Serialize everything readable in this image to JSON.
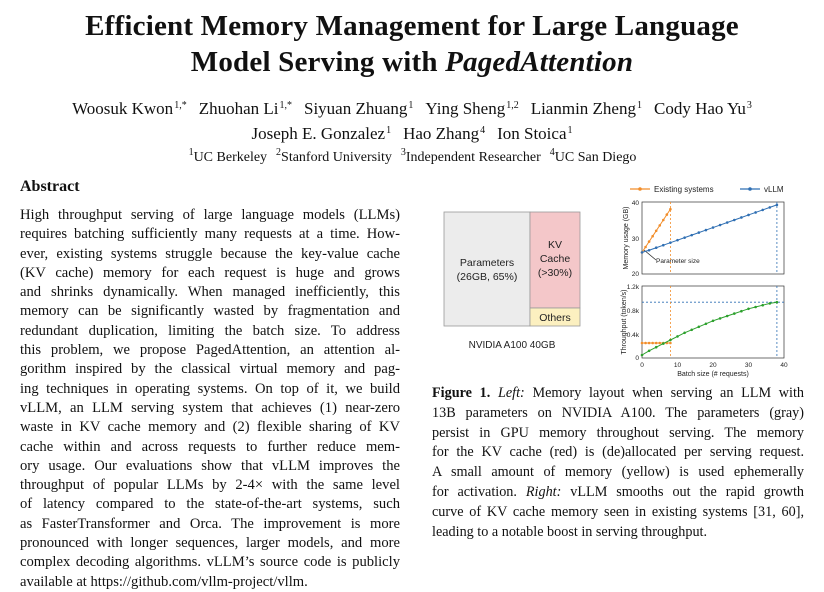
{
  "paper": {
    "title_line1": "Efficient Memory Management for Large Language",
    "title_line2a": "Model Serving with ",
    "title_line2b": "PagedAttention",
    "authors_row1": [
      {
        "name": "Woosuk Kwon",
        "sup": "1,*"
      },
      {
        "name": "Zhuohan Li",
        "sup": "1,*"
      },
      {
        "name": "Siyuan Zhuang",
        "sup": "1"
      },
      {
        "name": "Ying Sheng",
        "sup": "1,2"
      },
      {
        "name": "Lianmin Zheng",
        "sup": "1"
      },
      {
        "name": "Cody Hao Yu",
        "sup": "3"
      }
    ],
    "authors_row2": [
      {
        "name": "Joseph E. Gonzalez",
        "sup": "1"
      },
      {
        "name": "Hao Zhang",
        "sup": "4"
      },
      {
        "name": "Ion Stoica",
        "sup": "1"
      }
    ],
    "affiliations": [
      {
        "sup": "1",
        "name": "UC Berkeley"
      },
      {
        "sup": "2",
        "name": "Stanford University"
      },
      {
        "sup": "3",
        "name": "Independent Researcher"
      },
      {
        "sup": "4",
        "name": "UC San Diego"
      }
    ],
    "abstract_heading": "Abstract",
    "abstract_lines": [
      "High throughput serving of large language models (LLMs)",
      "requires batching sufficiently many requests at a time. How-",
      "ever, existing systems struggle because the key-value cache",
      "(KV cache) memory for each request is huge and grows",
      "and shrinks dynamically. When managed inefficiently, this",
      "memory can be significantly wasted by fragmentation and",
      "redundant duplication, limiting the batch size. To address",
      "this problem, we propose PagedAttention, an attention al-",
      "gorithm inspired by the classical virtual memory and pag-",
      "ing techniques in operating systems. On top of it, we build",
      "vLLM, an LLM serving system that achieves (1) near-zero",
      "waste in KV cache memory and (2) flexible sharing of KV",
      "cache within and across requests to further reduce mem-",
      "ory usage. Our evaluations show that vLLM improves the",
      "throughput of popular LLMs by 2-4× with the same level",
      "of latency compared to the state-of-the-art systems, such",
      "as FasterTransformer and Orca. The improvement is more",
      "pronounced with longer sequences, larger models, and more",
      "complex decoding algorithms. vLLM’s source code is publicly",
      "available at https://github.com/vllm-project/vllm."
    ],
    "caption": {
      "label": "Figure 1.",
      "left_tag": "Left:",
      "line1_rest": " Memory layout when serving an LLM with",
      "lines_mid": [
        "13B parameters on NVIDIA A100. The parameters (gray)",
        "persist in GPU memory throughout serving. The memory",
        "for the KV cache (red) is (de)allocated per serving request.",
        "A small amount of memory (yellow) is used ephemerally"
      ],
      "line6_a": "for activation. ",
      "right_tag": "Right:",
      "line6_b": " vLLM smooths out the rapid growth",
      "line7": "curve of KV cache memory seen in existing systems [31, 60],",
      "line8": "leading to a notable boost in serving throughput."
    }
  },
  "memory_layout": {
    "params_label_1": "Parameters",
    "params_label_2": "(26GB, 65%)",
    "kv_label_1": "KV",
    "kv_label_2": "Cache",
    "kv_label_3": "(>30%)",
    "others_label": "Others",
    "gpu_label": "NVIDIA A100 40GB",
    "colors": {
      "params": "#ececec",
      "kv": "#f4c7c9",
      "others": "#fcf0c0"
    }
  },
  "chart_data": [
    {
      "type": "line",
      "legend": [
        "Existing systems",
        "vLLM"
      ],
      "legend_placement": "top",
      "ylabel": "Memory usage (GB)",
      "ylim": [
        20,
        40
      ],
      "yticks": [
        "20",
        "30",
        "40"
      ],
      "xlim": [
        0,
        40
      ],
      "annotation": "Parameter size",
      "series": [
        {
          "name": "Existing systems",
          "color": "#f28e2b",
          "x": [
            0,
            1,
            2,
            3,
            4,
            5,
            6,
            7,
            8
          ],
          "y": [
            26,
            27.5,
            29,
            30.5,
            32,
            33.5,
            35,
            36.5,
            38
          ]
        },
        {
          "name": "vLLM",
          "color": "#2f6fb3",
          "x": [
            0,
            2,
            4,
            6,
            8,
            10,
            12,
            14,
            16,
            18,
            20,
            22,
            24,
            26,
            28,
            30,
            32,
            34,
            36,
            38
          ],
          "y": [
            26,
            26.6,
            27.3,
            28,
            28.7,
            29.4,
            30.1,
            30.8,
            31.5,
            32.2,
            32.9,
            33.6,
            34.3,
            35,
            35.7,
            36.4,
            37.1,
            37.8,
            38.5,
            39.2
          ]
        }
      ],
      "reference_lines": [
        {
          "axis": "x",
          "value": 8,
          "color": "#f28e2b"
        },
        {
          "axis": "x",
          "value": 38,
          "color": "#2f6fb3"
        }
      ]
    },
    {
      "type": "line",
      "ylabel": "Throughput (token/s)",
      "xlabel": "Batch size (# requests)",
      "ylim": [
        0,
        1.2
      ],
      "yticks": [
        "0",
        "0.4k",
        "0.8k",
        "1.2k"
      ],
      "xlim": [
        0,
        40
      ],
      "xticks": [
        "0",
        "10",
        "20",
        "30",
        "40"
      ],
      "series": [
        {
          "name": "Existing systems",
          "color": "#f28e2b",
          "x": [
            0,
            1,
            2,
            3,
            4,
            5,
            6,
            7,
            8
          ],
          "y": [
            0.25,
            0.25,
            0.25,
            0.25,
            0.25,
            0.25,
            0.25,
            0.25,
            0.25
          ]
        },
        {
          "name": "vLLM",
          "color": "#2ca02c",
          "x": [
            0,
            2,
            4,
            6,
            8,
            10,
            12,
            14,
            16,
            18,
            20,
            22,
            24,
            26,
            28,
            30,
            32,
            34,
            36,
            38
          ],
          "y": [
            0.05,
            0.12,
            0.18,
            0.24,
            0.3,
            0.36,
            0.42,
            0.47,
            0.52,
            0.57,
            0.62,
            0.66,
            0.7,
            0.74,
            0.78,
            0.82,
            0.85,
            0.88,
            0.91,
            0.93
          ]
        }
      ],
      "reference_lines": [
        {
          "axis": "y",
          "value": 0.93,
          "color": "#2f6fb3"
        },
        {
          "axis": "x",
          "value": 8,
          "color": "#f28e2b"
        },
        {
          "axis": "x",
          "value": 38,
          "color": "#2f6fb3"
        }
      ]
    }
  ]
}
